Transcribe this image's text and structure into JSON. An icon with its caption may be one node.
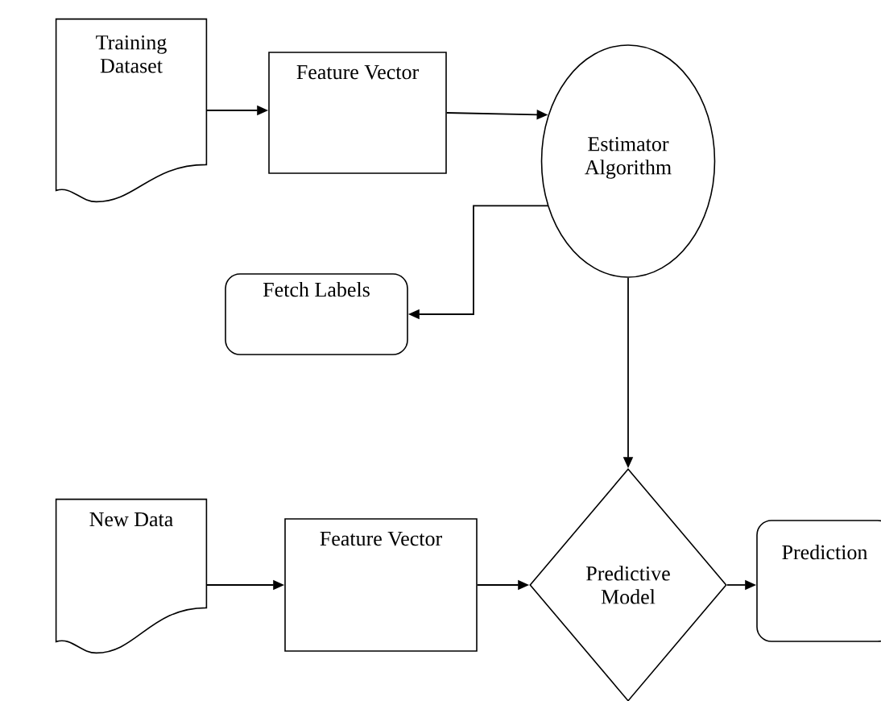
{
  "diagram": {
    "nodes": [
      {
        "text": [
          "Training Dataset"
        ]
      },
      {
        "text": [
          "Feature Vector"
        ]
      },
      {
        "text": [
          "Estimator Algorithm"
        ]
      },
      {
        "text": [
          "Fetch Labels"
        ]
      },
      {
        "text": [
          "New Data"
        ]
      },
      {
        "text": [
          "Feature Vector"
        ]
      },
      {
        "text": [
          "Predictive Model"
        ]
      },
      {
        "text": [
          "Prediction"
        ]
      }
    ],
    "edges": [
      {
        "from": 0,
        "to": 1,
        "arrow": "to"
      },
      {
        "from": 1,
        "to": 2,
        "arrow": "to"
      },
      {
        "from": 2,
        "to": 3,
        "arrow": "to"
      },
      {
        "from": 2,
        "to": 6,
        "arrow": "to"
      },
      {
        "from": 4,
        "to": 5,
        "arrow": "to"
      },
      {
        "from": 5,
        "to": 6,
        "arrow": "to"
      },
      {
        "from": 6,
        "to": 7,
        "arrow": "to"
      }
    ]
  }
}
